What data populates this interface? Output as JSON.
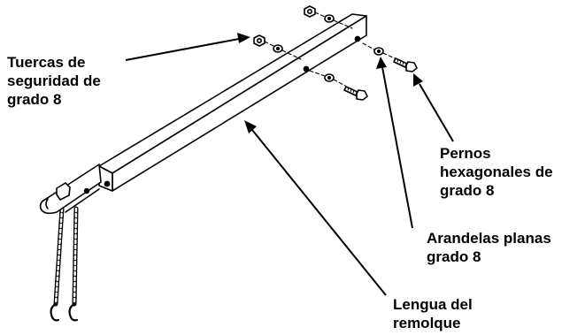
{
  "labels": {
    "lock_nuts": [
      "Tuercas de",
      "seguridad de",
      "grado 8"
    ],
    "hex_bolts": [
      "Pernos",
      "hexagonales de",
      "grado 8"
    ],
    "flat_washers": [
      "Arandelas planas",
      "grado 8"
    ],
    "tongue": [
      "Lengua del",
      "remolque"
    ]
  },
  "colors": {
    "line": "#000000",
    "fill": "#ffffff"
  }
}
